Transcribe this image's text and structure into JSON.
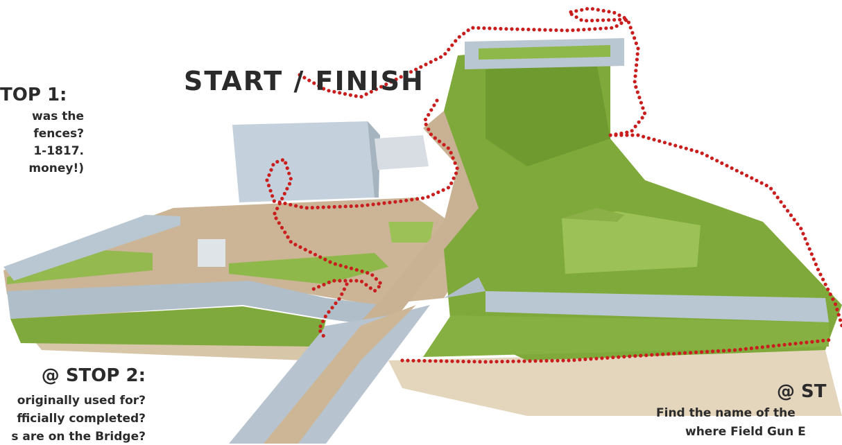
{
  "title": "START / FINISH",
  "stop1": {
    "heading": "TOP 1:",
    "lines": [
      "was the",
      "fences?",
      "1-1817.",
      "money!)"
    ]
  },
  "stop2": {
    "heading": "@ STOP 2:",
    "lines": [
      "originally used for?",
      "fficially completed?",
      "s are on the Bridge?"
    ]
  },
  "stop3": {
    "heading": "@ ST",
    "lines": [
      "Find the name of the",
      "where Field Gun E"
    ]
  },
  "colors": {
    "route_dots": "#c81e1e",
    "grass": "#8fb84a",
    "path": "#cbb596",
    "wall": "#b9c7d2",
    "text": "#2b2b2b"
  }
}
